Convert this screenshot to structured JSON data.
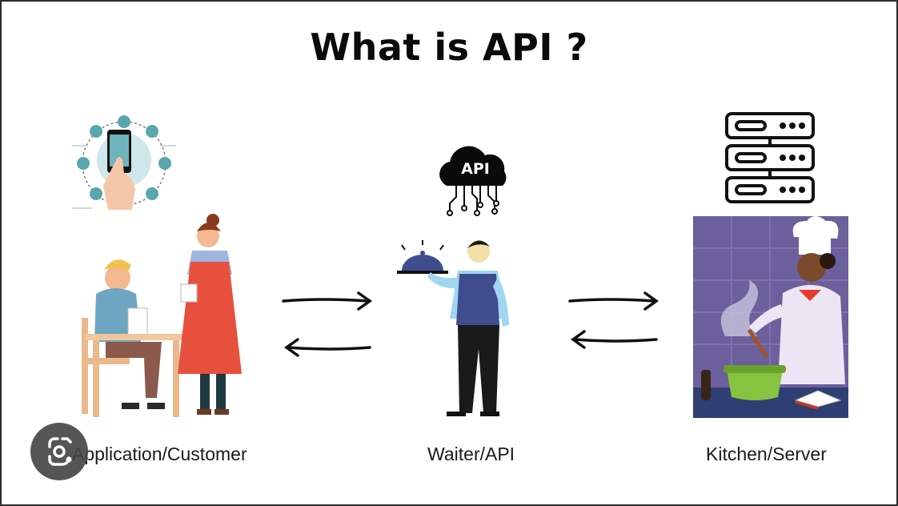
{
  "title": "What is API ?",
  "actors": {
    "customer": {
      "label": "Application/Customer",
      "icon": "phone-app-icon"
    },
    "waiter": {
      "label": "Waiter/API",
      "icon": "api-cloud-icon",
      "cloud_text": "API"
    },
    "kitchen": {
      "label": "Kitchen/Server",
      "icon": "server-rack-icon"
    }
  },
  "overlay": {
    "icon": "google-lens-icon"
  },
  "colors": {
    "accent_teal": "#5aa6ad",
    "apron_red": "#e8503e",
    "vest_blue": "#3f4d8f",
    "kitchen_wall": "#6b5f9c",
    "pot_green": "#86c43f"
  }
}
